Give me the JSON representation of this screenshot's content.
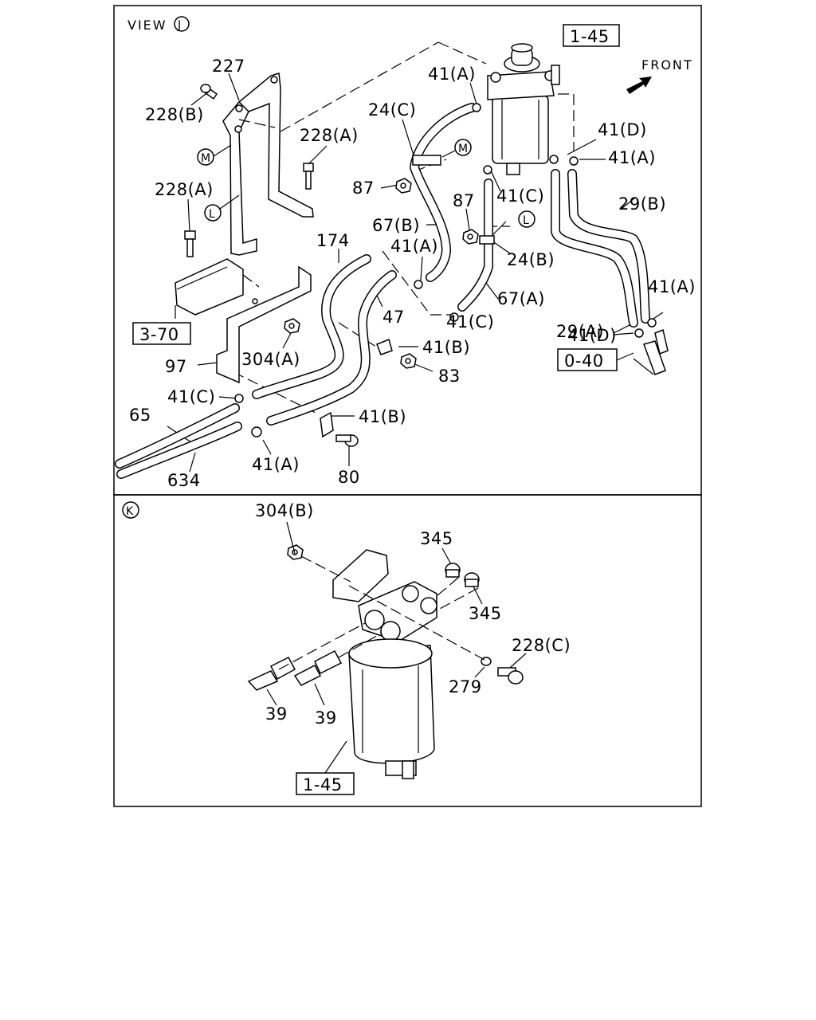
{
  "view_j": {
    "title": "VIEW",
    "view_letter": "J",
    "front_label": "FRONT",
    "labels": {
      "p1_45": "1-45",
      "p227": "227",
      "p228b": "228(B)",
      "p228a_1": "228(A)",
      "p228a_2": "228(A)",
      "p41a_top": "41(A)",
      "p24c": "24(C)",
      "p41d_top": "41(D)",
      "p41a_right": "41(A)",
      "p87_left": "87",
      "p41c_top": "41(C)",
      "p87_mid": "87",
      "p67b": "67(B)",
      "p29b": "29(B)",
      "p174": "174",
      "p41a_mid": "41(A)",
      "p24b": "24(B)",
      "p41a_far": "41(A)",
      "p67a": "67(A)",
      "p29a": "29(A)",
      "p47": "47",
      "p41c_mid": "41(C)",
      "p41d_bot": "41(D)",
      "p3_70": "3-70",
      "p0_40": "0-40",
      "p304a": "304(A)",
      "p41b_top": "41(B)",
      "p97": "97",
      "p83": "83",
      "p41c_left": "41(C)",
      "p65": "65",
      "p41b_bot": "41(B)",
      "p41a_bot": "41(A)",
      "p634": "634",
      "p80": "80"
    },
    "markers": {
      "m1": "M",
      "m2": "M",
      "l1": "L",
      "l2": "L"
    }
  },
  "view_k": {
    "view_letter": "K",
    "labels": {
      "p304b": "304(B)",
      "p345_top": "345",
      "p345_bot": "345",
      "p228c": "228(C)",
      "p279": "279",
      "p39_left": "39",
      "p39_right": "39",
      "p1_45": "1-45"
    }
  }
}
